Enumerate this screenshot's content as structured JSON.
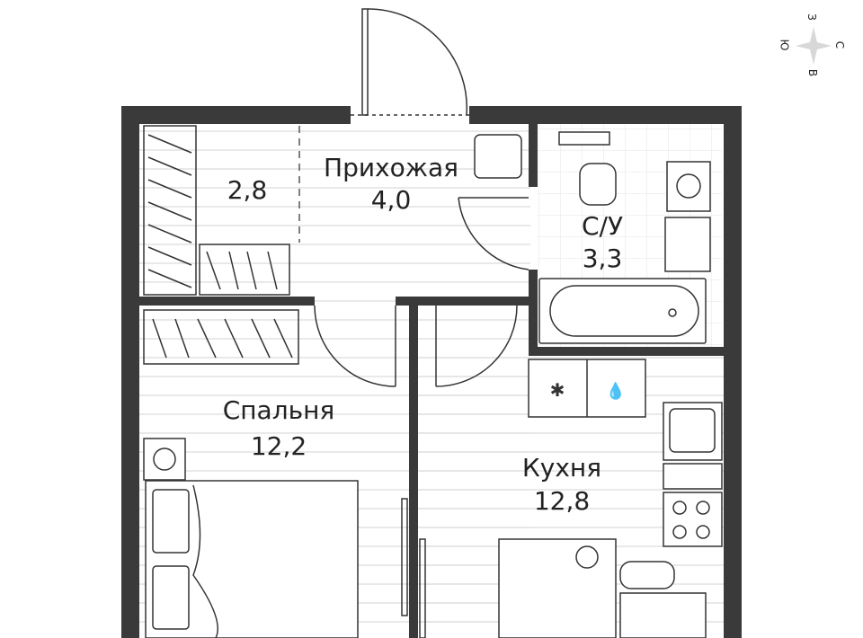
{
  "rooms": [
    {
      "name": "",
      "area": "2,8"
    },
    {
      "name": "Прихожая",
      "area": "4,0"
    },
    {
      "name": "С/У",
      "area": "3,3"
    },
    {
      "name": "Спальня",
      "area": "12,2"
    },
    {
      "name": "Кухня",
      "area": "12,8"
    }
  ],
  "compass": {
    "north": "С",
    "south": "Ю",
    "west": "З",
    "east": "В"
  },
  "colors": {
    "wall": "#3a3a3a",
    "floor_line": "#d8d8d8",
    "fixture": "#333333"
  }
}
